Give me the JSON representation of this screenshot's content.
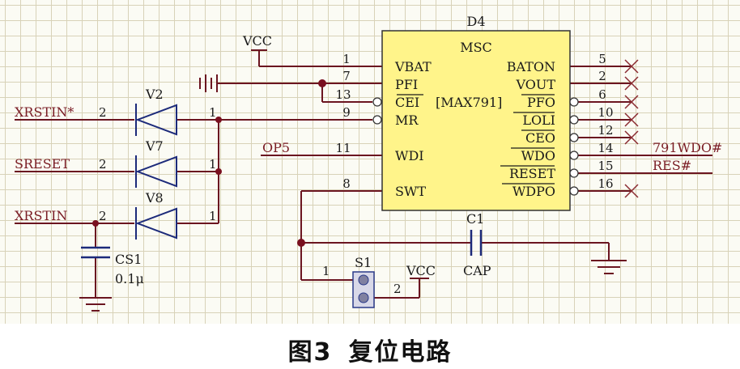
{
  "chip": {
    "designator": "D4",
    "type": "MSC",
    "part": "[MAX791]",
    "left_pins": [
      {
        "num": "1",
        "name": "VBAT"
      },
      {
        "num": "7",
        "name": "PFI"
      },
      {
        "num": "13",
        "name": "CEI"
      },
      {
        "num": "9",
        "name": "MR"
      },
      {
        "num": "11",
        "name": "WDI"
      },
      {
        "num": "8",
        "name": "SWT"
      }
    ],
    "right_pins": [
      {
        "num": "5",
        "name": "BATON"
      },
      {
        "num": "2",
        "name": "VOUT"
      },
      {
        "num": "6",
        "name": "PFO"
      },
      {
        "num": "10",
        "name": "LOLI"
      },
      {
        "num": "12",
        "name": "CEO"
      },
      {
        "num": "14",
        "name": "WDO"
      },
      {
        "num": "15",
        "name": "RESET"
      },
      {
        "num": "16",
        "name": "WDPO"
      }
    ]
  },
  "power": {
    "vcc_top": "VCC",
    "vcc_switch": "VCC"
  },
  "diodes": [
    {
      "ref": "V2",
      "net": "XRSTIN*",
      "anode_pin": "2",
      "cathode_pin": "1"
    },
    {
      "ref": "V7",
      "net": "SRESET",
      "anode_pin": "2",
      "cathode_pin": "1"
    },
    {
      "ref": "V8",
      "net": "XRSTIN",
      "anode_pin": "2",
      "cathode_pin": "1"
    }
  ],
  "nets": {
    "op5": "OP5",
    "wdo_out": "791WDO#",
    "res_out": "RES#"
  },
  "cs1": {
    "ref": "CS1",
    "value": "0.1μ"
  },
  "c1": {
    "ref": "C1",
    "value": "CAP"
  },
  "s1": {
    "ref": "S1",
    "pin1": "1",
    "pin2": "2"
  },
  "caption": {
    "fig": "图3",
    "title": "复位电路"
  },
  "colors": {
    "wire": "#6b1520",
    "chip_fill": "#fff48a",
    "grid": "#d8d2b8",
    "junction": "#7a1020",
    "diode": "#1c2a7a"
  }
}
